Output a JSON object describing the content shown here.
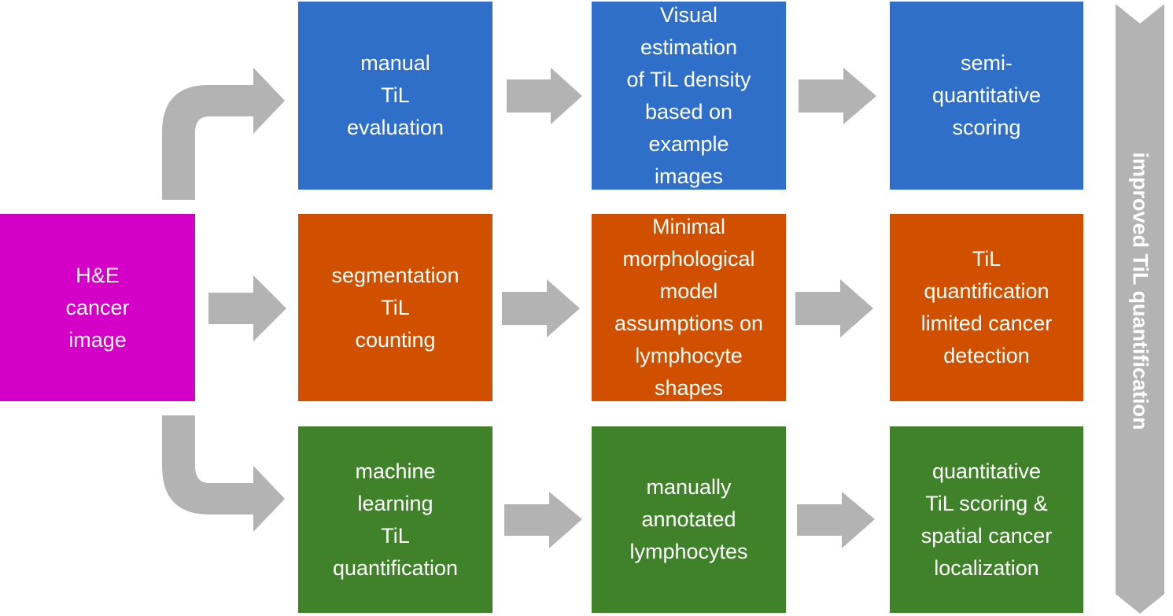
{
  "colors": {
    "blue": "#2f6fc9",
    "orange": "#d15000",
    "green": "#40822a",
    "magenta": "#d400c8",
    "arrow": "#b3b3b3"
  },
  "source": {
    "label": "H&E\ncancer\nimage"
  },
  "rows": [
    {
      "name": "manual",
      "boxes": [
        {
          "label": "manual\nTiL\nevaluation"
        },
        {
          "label": "Visual\nestimation\nof TiL density\nbased on\nexample\nimages"
        },
        {
          "label": "semi-\nquantitative\nscoring"
        }
      ]
    },
    {
      "name": "segmentation",
      "boxes": [
        {
          "label": "segmentation\nTiL\ncounting"
        },
        {
          "label": "Minimal\nmorphological\nmodel\nassumptions on\nlymphocyte\nshapes"
        },
        {
          "label": "TiL\nquantification\nlimited cancer\ndetection"
        }
      ]
    },
    {
      "name": "machine-learning",
      "boxes": [
        {
          "label": "machine\nlearning\nTiL\nquantification"
        },
        {
          "label": "manually\nannotated\nlymphocytes"
        },
        {
          "label": "quantitative\nTiL scoring &\nspatial cancer\nlocalization"
        }
      ]
    }
  ],
  "side_label": "improved TiL quantification"
}
